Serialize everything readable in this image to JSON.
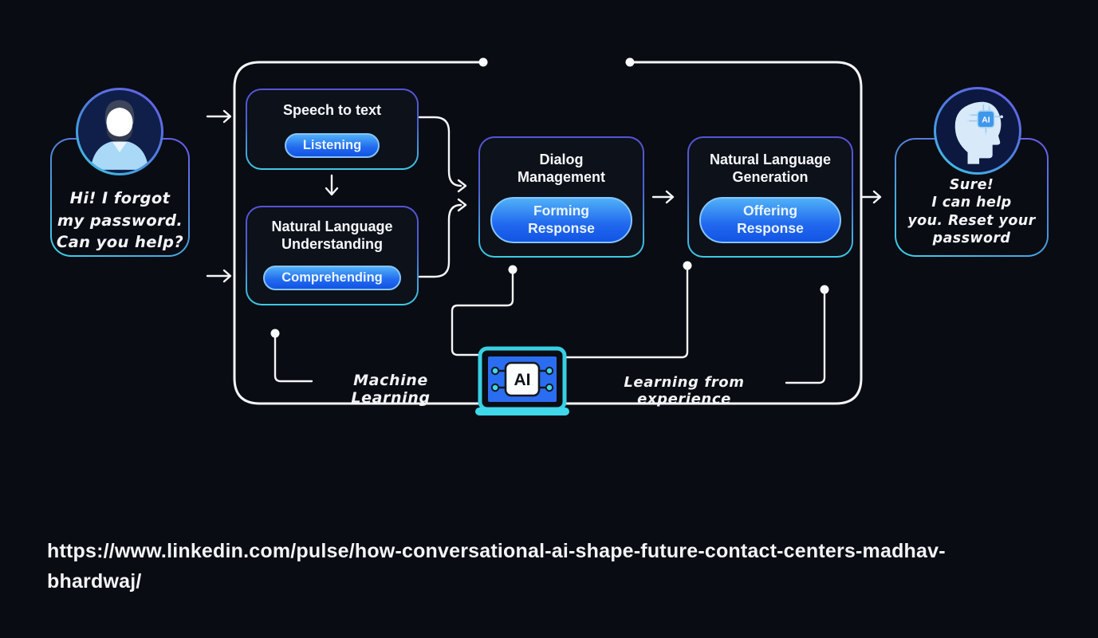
{
  "canvas": {
    "background": "#090c13"
  },
  "user_card": {
    "message": "Hi! I forgot\nmy password.\nCan you help?"
  },
  "ai_card": {
    "message": "Sure!\nI can help\nyou. Reset your\npassword",
    "chip_label": "AI"
  },
  "pipeline": {
    "boxes": [
      {
        "id": "speech-to-text",
        "title": "Speech to text",
        "pill": "Listening"
      },
      {
        "id": "natural-language-understanding",
        "title": "Natural Language\nUnderstanding",
        "pill": "Comprehending"
      },
      {
        "id": "dialog-management",
        "title": "Dialog\nManagement",
        "pill": "Forming\nResponse"
      },
      {
        "id": "natural-language-generation",
        "title": "Natural Language\nGeneration",
        "pill": "Offering\nResponse"
      }
    ],
    "machine_learning_label": "Machine Learning",
    "learning_from_experience_label": "Learning from experience",
    "laptop_label": "AI"
  },
  "footer": {
    "url": "https://www.linkedin.com/pulse/how-conversational-ai-shape-future-contact-centers-madhav-\nbhardwaj/"
  },
  "colors": {
    "background": "#090c13",
    "connector_white": "#f4f6f8",
    "border_purple": "#5753d6",
    "border_cyan": "#3ecbe6",
    "pill_top": "#4fb0f8",
    "pill_bottom": "#1254e4",
    "pill_border": "#85c4fa",
    "laptop_cyan": "#38cfe3",
    "screen_blue": "#2b6df0"
  }
}
